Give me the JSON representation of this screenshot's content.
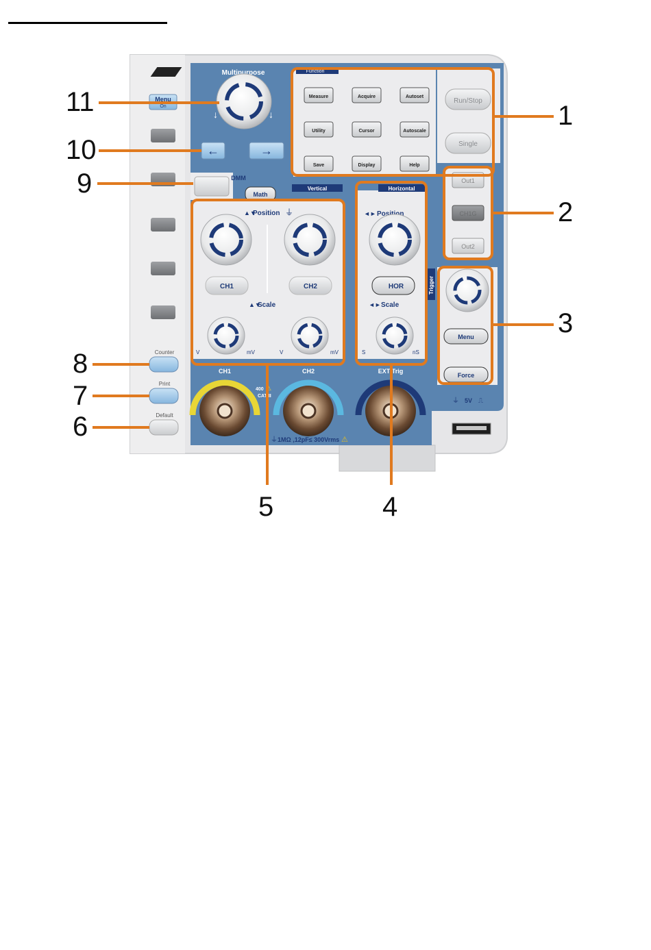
{
  "callouts": [
    "1",
    "2",
    "3",
    "4",
    "5",
    "6",
    "7",
    "8",
    "9",
    "10",
    "11"
  ],
  "panel": {
    "multipurpose_label": "Multipurpose",
    "function_label": "Function",
    "menu_label": "Menu",
    "menu_sub_label": "On",
    "left_arrow": "←",
    "right_arrow": "→",
    "function_buttons": [
      "Measure",
      "Acquire",
      "Autoset",
      "Utility",
      "Cursor",
      "Autoscale",
      "Save",
      "Display",
      "Help"
    ],
    "run_stop": "Run/Stop",
    "single": "Single",
    "out1": "Out1",
    "ch1g": "CH1G",
    "out2": "Out2",
    "dmm": "DMM",
    "math": "Math",
    "vertical": "Vertical",
    "horizontal": "Horizontal",
    "position": "Position",
    "zero": "Zero",
    "ch1": "CH1",
    "ch2": "CH2",
    "hor": "HOR",
    "scale": "Scale",
    "unit_v": "V",
    "unit_mv": "mV",
    "unit_s": "S",
    "unit_ns": "nS",
    "trigger": "Trigger",
    "trig_menu": "Menu",
    "force": "Force",
    "counter": "Counter",
    "print": "Print",
    "default": "Default",
    "ch1_bnc": "CH1",
    "ch2_bnc": "CH2",
    "ext_trig": "EXT Trig",
    "cat_400": "400",
    "cat_label": "CAT II",
    "impedance": "1MΩ ,12pF≤ 300Vrms",
    "probe_5v": "5V"
  },
  "colors": {
    "panel_blue": "#5A84B0",
    "dark_blue": "#1E3A78",
    "callout_orange": "#E07A1F",
    "ch1_yellow": "#E8D636",
    "ch2_cyan": "#5BB8E0",
    "frame_gray": "#E4E4E6"
  }
}
